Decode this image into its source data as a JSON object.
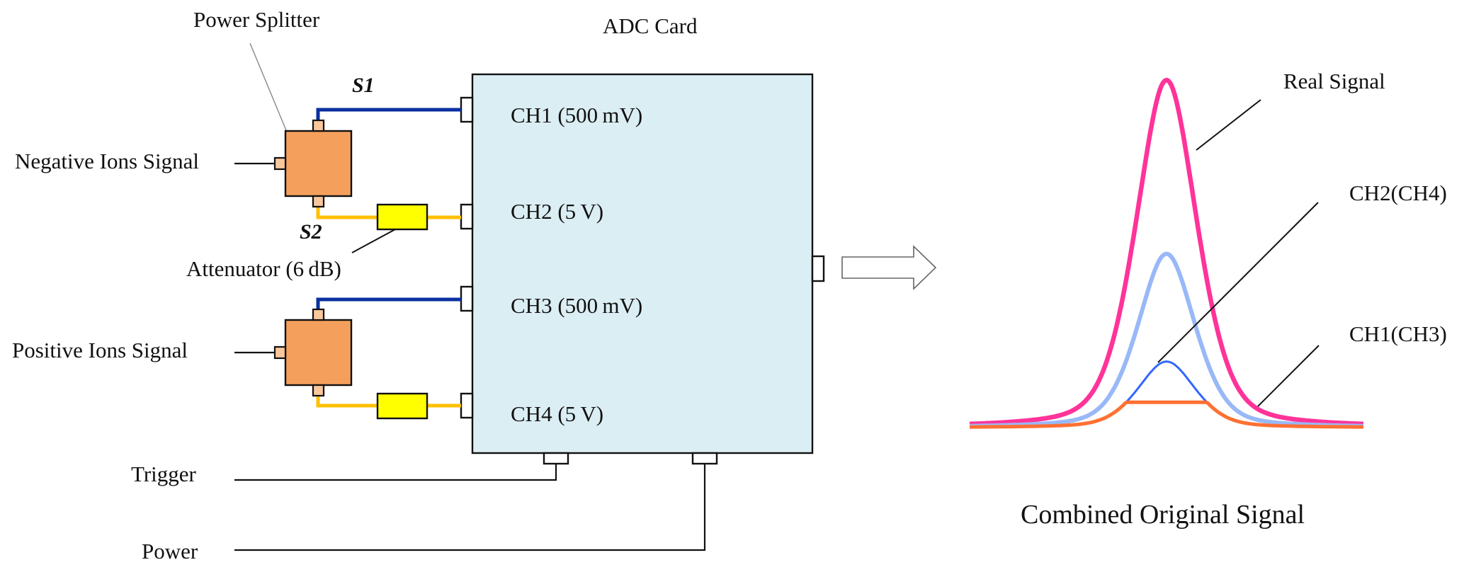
{
  "labels": {
    "power_splitter": "Power Splitter",
    "adc_card": "ADC Card",
    "s1": "S1",
    "s2": "S2",
    "negative_ions": "Negative Ions Signal",
    "positive_ions": "Positive Ions Signal",
    "attenuator": "Attenuator (6 dB)",
    "trigger": "Trigger",
    "power": "Power"
  },
  "adc_channels": [
    {
      "id": "CH1",
      "label": "CH1 (500 mV)"
    },
    {
      "id": "CH2",
      "label": "CH2 (5 V)"
    },
    {
      "id": "CH3",
      "label": "CH3 (500 mV)"
    },
    {
      "id": "CH4",
      "label": "CH4 (5 V)"
    }
  ],
  "colors": {
    "card_fill": "#dbeef4",
    "splitter_fill": "#f4a05c",
    "splitter_port": "#f9c79c",
    "attenuator_fill": "#ffff00",
    "s1_wire": "#0a2fa0",
    "s2_wire": "#ffc000",
    "real_signal": "#ff3399",
    "ch2_ch4": "#99b8f8",
    "ch1_ch3": "#3366ff",
    "clipped": "#ff7033"
  },
  "chart_data": {
    "type": "line",
    "title": "Combined Original Signal",
    "xlabel": "",
    "ylabel": "",
    "grid": false,
    "axes_visible": false,
    "x_range": [
      -1,
      1
    ],
    "y_range": [
      0,
      1
    ],
    "series": [
      {
        "name": "Real Signal",
        "peak": 1.0,
        "color_key": "real_signal",
        "annotation": "Real Signal"
      },
      {
        "name": "CH2(CH4)",
        "peak": 0.5,
        "color_key": "ch2_ch4",
        "annotation": "CH2(CH4)"
      },
      {
        "name": "CH1(CH3)",
        "peak": 0.19,
        "color_key": "ch1_ch3",
        "annotation": ""
      },
      {
        "name": "CH1(CH3) clipped",
        "peak": 0.19,
        "clip_level": 0.073,
        "color_key": "clipped",
        "annotation": "CH1(CH3)"
      }
    ],
    "annotations": [
      "Real Signal",
      "CH2(CH4)",
      "CH1(CH3)"
    ]
  }
}
